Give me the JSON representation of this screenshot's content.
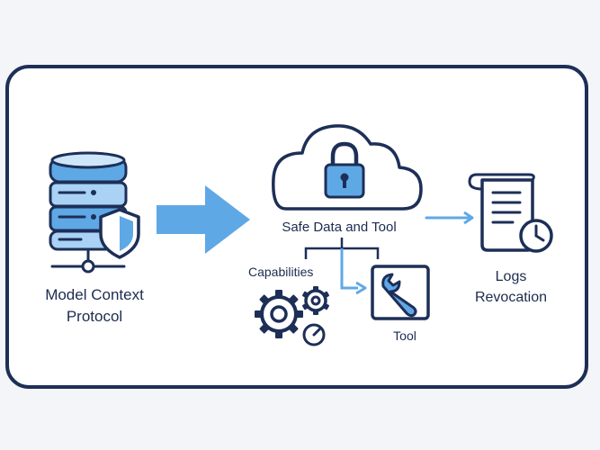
{
  "labels": {
    "mcp_line1": "Model Context",
    "mcp_line2": "Protocol",
    "safe": "Safe Data and Tool",
    "capabilities": "Capabilities",
    "tool": "Tool",
    "logs_line1": "Logs",
    "logs_line2": "Revocation"
  },
  "colors": {
    "navy": "#1d2f57",
    "accent_blue": "#5fa8e6",
    "light_blue": "#a9d2f5",
    "background": "#f3f5f8"
  },
  "icons": [
    "database-server-icon",
    "shield-icon",
    "cloud-icon",
    "lock-icon",
    "gear-icon",
    "wrench-icon",
    "document-icon",
    "clock-icon"
  ]
}
